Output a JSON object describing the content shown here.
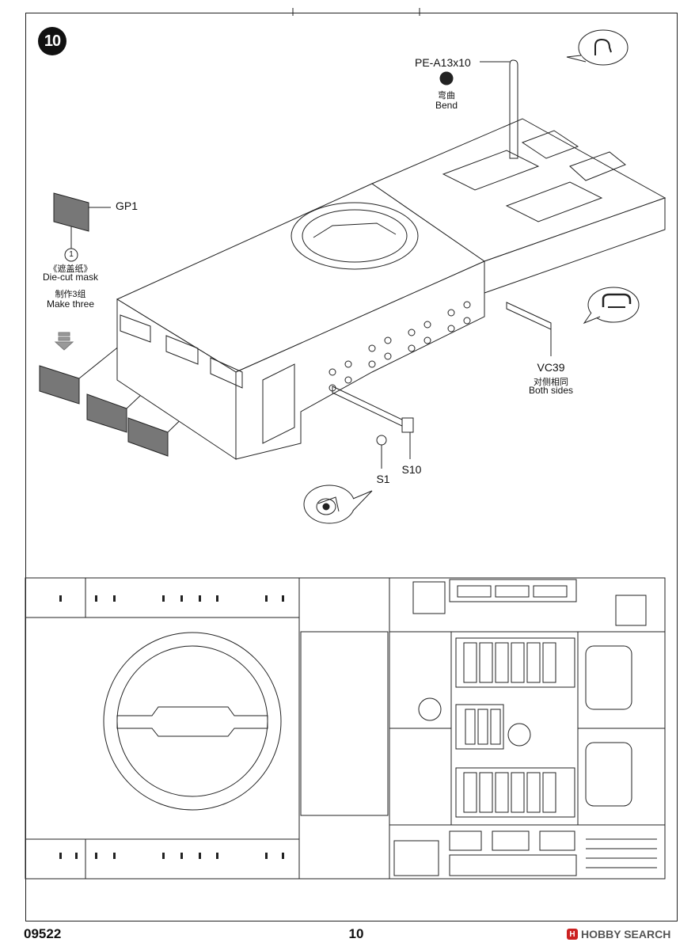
{
  "page": {
    "step_number": "10",
    "footer": {
      "code": "09522",
      "page_number": "10",
      "brand": "HOBBY SEARCH",
      "brand_logo_letter": "H"
    }
  },
  "callouts": {
    "pe_part": "PE-A13x10",
    "bend_cn": "弯曲",
    "bend_en": "Bend",
    "gp_part": "GP1",
    "mask_number": "1",
    "mask_cn": "《遮盖纸》",
    "mask_en": "Die-cut mask",
    "make_cn": "制作3组",
    "make_en": "Make three",
    "vc_part": "VC39",
    "sides_cn": "对侧相同",
    "sides_en": "Both sides",
    "s1_part": "S1",
    "s10_part": "S10"
  },
  "icons": [
    "step-number-badge",
    "bend-speech-bubble-icon",
    "handle-speech-bubble-icon",
    "viewpoint-speech-bubble-icon",
    "downward-arrow-icon"
  ]
}
